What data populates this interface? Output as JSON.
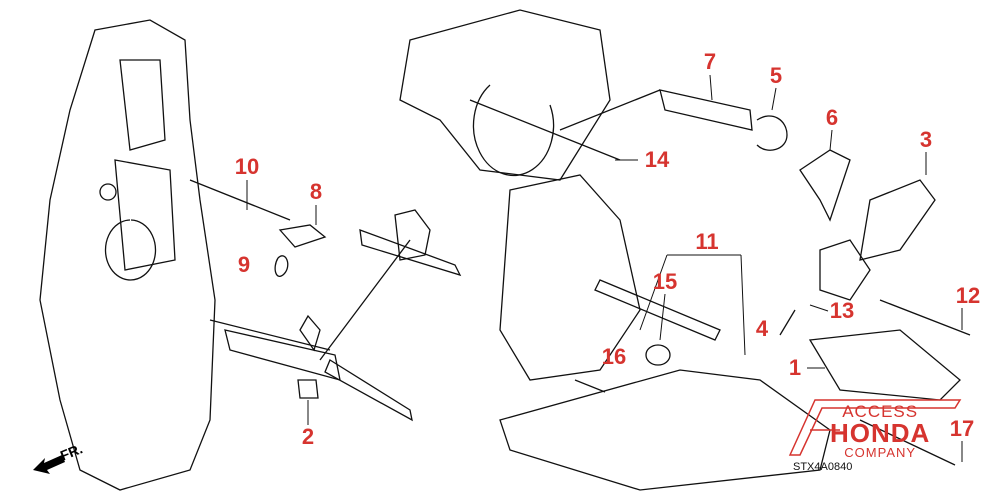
{
  "diagram": {
    "part_code": "STX4A0840",
    "front_marker": "FR.",
    "watermark": {
      "line1": "ACCESS",
      "line2": "HONDA",
      "line3": "COMPANY"
    },
    "callout_color": "#d6342f",
    "callouts": [
      {
        "id": "c10",
        "label": "10"
      },
      {
        "id": "c8",
        "label": "8"
      },
      {
        "id": "c9",
        "label": "9"
      },
      {
        "id": "c2",
        "label": "2"
      },
      {
        "id": "c7",
        "label": "7"
      },
      {
        "id": "c5",
        "label": "5"
      },
      {
        "id": "c14",
        "label": "14"
      },
      {
        "id": "c6",
        "label": "6"
      },
      {
        "id": "c3",
        "label": "3"
      },
      {
        "id": "c11",
        "label": "11"
      },
      {
        "id": "c15",
        "label": "15"
      },
      {
        "id": "c12",
        "label": "12"
      },
      {
        "id": "c13",
        "label": "13"
      },
      {
        "id": "c4",
        "label": "4"
      },
      {
        "id": "c1",
        "label": "1"
      },
      {
        "id": "c16",
        "label": "16"
      },
      {
        "id": "c17",
        "label": "17"
      }
    ]
  }
}
